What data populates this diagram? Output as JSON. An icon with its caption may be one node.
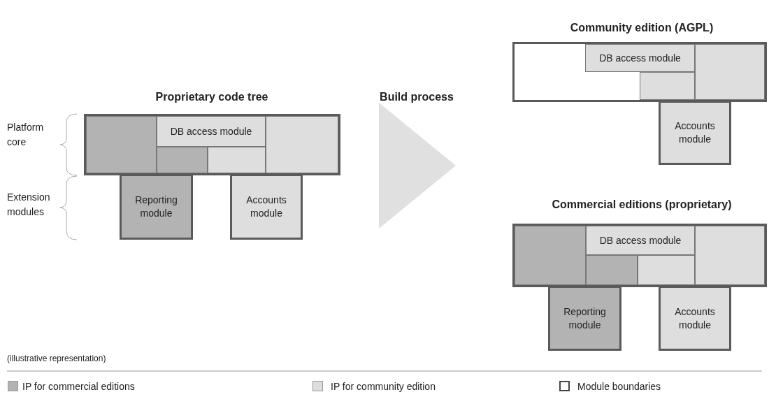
{
  "diagram": {
    "nodes": [
      {
        "text": [],
        "shape": "box"
      },
      {
        "text": [],
        "shape": "box",
        "in": 0
      },
      {
        "text": [
          "DB access module"
        ],
        "in": 0
      },
      {
        "text": [],
        "shape": "box",
        "in": 0
      },
      {
        "text": [],
        "shape": "box",
        "in": 0
      },
      {
        "text": [],
        "shape": "box",
        "in": 0
      },
      {
        "text": [
          "Reporting module"
        ]
      },
      {
        "text": [
          "Accounts module"
        ]
      },
      {
        "text": [],
        "shape": "box"
      },
      {
        "text": [
          "DB access module"
        ],
        "in": 8
      },
      {
        "text": [],
        "shape": "box",
        "in": 8
      },
      {
        "text": [],
        "shape": "box",
        "in": 8
      },
      {
        "text": [
          "Accounts module"
        ]
      },
      {
        "text": [],
        "shape": "box"
      },
      {
        "text": [],
        "shape": "box",
        "in": 13
      },
      {
        "text": [
          "DB access module"
        ],
        "in": 13
      },
      {
        "text": [],
        "shape": "box",
        "in": 13
      },
      {
        "text": [],
        "shape": "box",
        "in": 13
      },
      {
        "text": [],
        "shape": "box",
        "in": 13
      },
      {
        "text": [
          "Reporting module"
        ]
      },
      {
        "text": [
          "Accounts module"
        ]
      }
    ],
    "labels": [
      "Community edition (AGPL)",
      "Proprietary code tree",
      "Build process",
      "Platform core",
      "Extension modules",
      "Commercial editions (proprietary)",
      "(illustrative representation)"
    ],
    "legend": [
      {
        "text": "IP for commercial editions",
        "color": "#b3b3b3"
      },
      {
        "text": "IP for community edition",
        "color": "#dedede"
      },
      {
        "text": "Module boundaries"
      }
    ]
  }
}
